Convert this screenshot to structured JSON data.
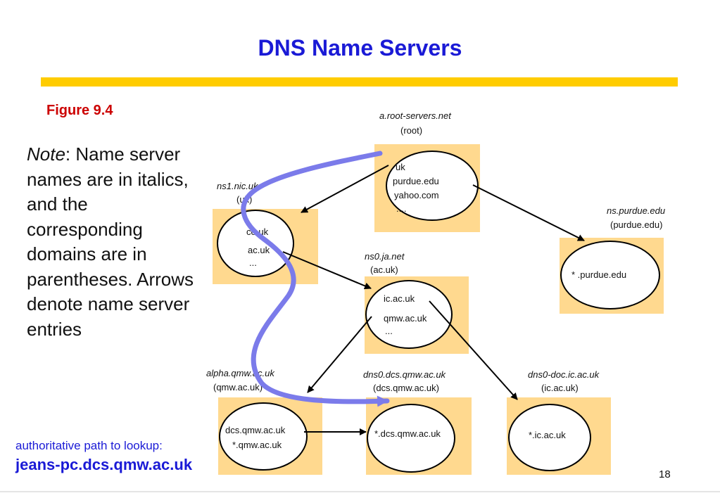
{
  "title": "DNS Name Servers",
  "figure_label": "Figure 9.4",
  "note": {
    "italic_word": "Note",
    "text": ": Name server names are in italics, and the corresponding domains are in parentheses. Arrows denote name server entries"
  },
  "authoritative": {
    "label": "authoritative path to lookup:",
    "host": "jeans-pc.dcs.qmw.ac.uk"
  },
  "page_number": "18",
  "colors": {
    "title": "#1a1ad6",
    "rule": "#ffcc00",
    "figure": "#cc0000",
    "box": "#ffd98f",
    "path": "#7b7bea"
  },
  "servers": {
    "root": {
      "name": "a.root-servers.net",
      "domain": "(root)",
      "entries": [
        "uk",
        "purdue.edu",
        "yahoo.com",
        "...."
      ]
    },
    "ns1": {
      "name": "ns1.nic.uk",
      "domain": "(uk)",
      "entries": [
        "co.uk",
        "ac.uk",
        "..."
      ]
    },
    "purdue": {
      "name": "ns.purdue.edu",
      "domain": "(purdue.edu)",
      "entries": [
        "* .purdue.edu"
      ]
    },
    "ns0": {
      "name": "ns0.ja.net",
      "domain": "(ac.uk)",
      "entries": [
        "ic.ac.uk",
        "qmw.ac.uk",
        "..."
      ]
    },
    "alpha": {
      "name": "alpha.qmw.ac.uk",
      "domain": "(qmw.ac.uk)",
      "entries": [
        "dcs.qmw.ac.uk",
        "*.qmw.ac.uk"
      ]
    },
    "dcs": {
      "name": "dns0.dcs.qmw.ac.uk",
      "domain": "(dcs.qmw.ac.uk)",
      "entries": [
        "*.dcs.qmw.ac.uk"
      ]
    },
    "icdoc": {
      "name": "dns0-doc.ic.ac.uk",
      "domain": "(ic.ac.uk)",
      "entries": [
        "*.ic.ac.uk"
      ]
    }
  }
}
